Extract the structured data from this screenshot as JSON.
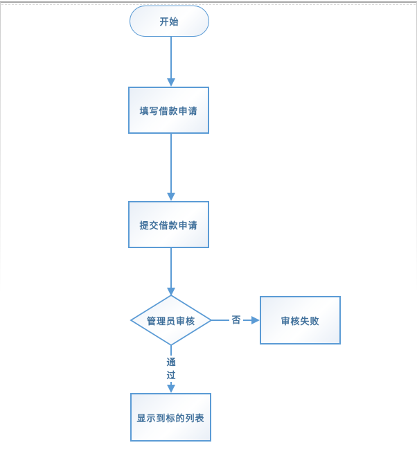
{
  "colors": {
    "shape_border": "#5B9BD5",
    "connector": "#5B9BD5",
    "text": "#41719C",
    "page_edge": "#a6a6a6",
    "background": "#ffffff"
  },
  "flowchart": {
    "nodes": [
      {
        "id": "start",
        "type": "terminator",
        "label": "开始"
      },
      {
        "id": "fill",
        "type": "process",
        "label": "填写借款申请"
      },
      {
        "id": "submit",
        "type": "process",
        "label": "提交借款申请"
      },
      {
        "id": "review",
        "type": "decision",
        "label": "管理员审核"
      },
      {
        "id": "failed",
        "type": "process",
        "label": "审核失败"
      },
      {
        "id": "list",
        "type": "process",
        "label": "显示到标的列表"
      }
    ],
    "edges": [
      {
        "from": "start",
        "to": "fill",
        "label": ""
      },
      {
        "from": "fill",
        "to": "submit",
        "label": ""
      },
      {
        "from": "submit",
        "to": "review",
        "label": ""
      },
      {
        "from": "review",
        "to": "failed",
        "label": "否"
      },
      {
        "from": "review",
        "to": "list",
        "label": "通过"
      }
    ]
  }
}
